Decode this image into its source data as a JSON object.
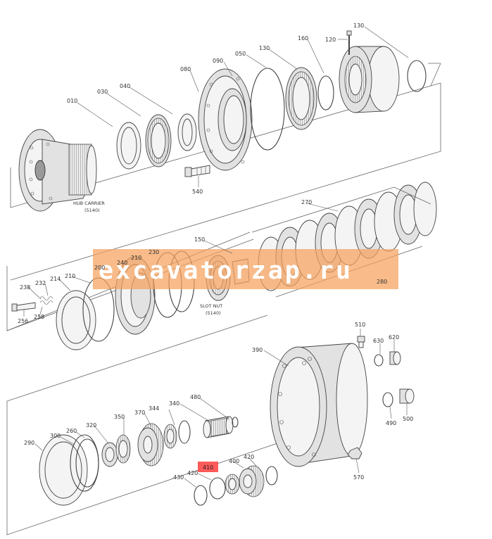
{
  "watermark": {
    "text": "excavatorzap.ru",
    "color": "#f5a15c"
  },
  "highlight": {
    "label": "410",
    "color": "#ff5a5a"
  },
  "captions": {
    "hub_carrier": "HUB CARRIER",
    "hub_carrier_ref": "(5140)",
    "slot_nut": "SLOT NUT",
    "slot_nut_ref": "(5140)"
  },
  "labels": {
    "p010": "010",
    "p030": "030",
    "p040": "040",
    "p080": "080",
    "p090": "090",
    "p050": "050",
    "p130a": "130",
    "p160": "160",
    "p120": "120",
    "p130b": "130",
    "p540": "540",
    "p270": "270",
    "p150": "150",
    "p210a": "210",
    "p230": "230",
    "p200": "200",
    "p240": "240",
    "p238": "238",
    "p232": "232",
    "p214": "214",
    "p210b": "210",
    "p280": "280",
    "p256": "256",
    "p258": "258",
    "p510": "510",
    "p630": "630",
    "p620": "620",
    "p390": "390",
    "p480": "480",
    "p340": "340",
    "p344": "344",
    "p370": "370",
    "p350": "350",
    "p320": "320",
    "p260": "260",
    "p300": "300",
    "p290": "290",
    "p420a": "420",
    "p400": "400",
    "p420b": "420",
    "p430": "430",
    "p490": "490",
    "p500": "500",
    "p570": "570"
  }
}
